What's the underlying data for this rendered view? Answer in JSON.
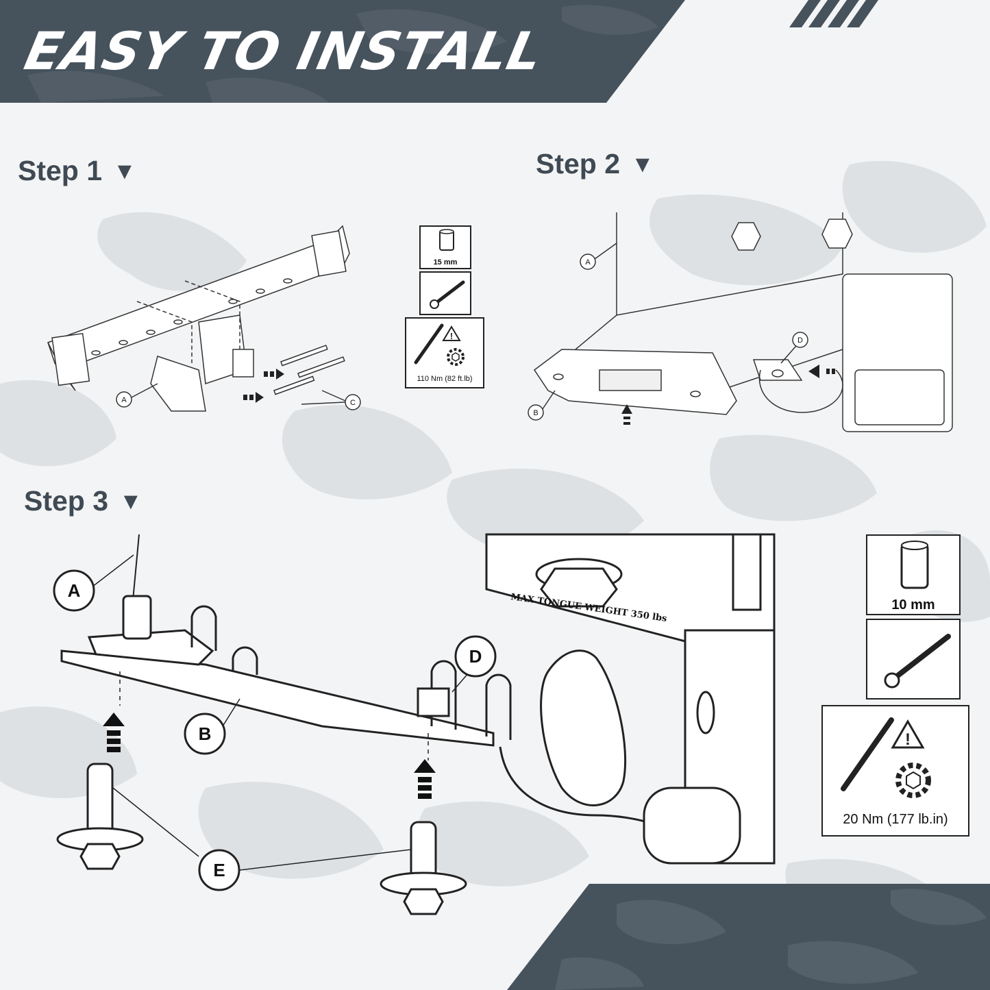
{
  "header": {
    "title": "EASY TO INSTALL"
  },
  "steps": [
    {
      "label": "Step 1",
      "marker": "▼"
    },
    {
      "label": "Step 2",
      "marker": "▼"
    },
    {
      "label": "Step 3",
      "marker": "▼"
    }
  ],
  "step1": {
    "callouts": [
      "A",
      "C"
    ],
    "tools": {
      "socket_size": "15 mm",
      "torque": "110 Nm (82 ft.lb)"
    }
  },
  "step2": {
    "callouts": [
      "A",
      "B",
      "D"
    ]
  },
  "step3": {
    "callouts": [
      "A",
      "B",
      "D",
      "E"
    ],
    "plate_text": "MAX TONGUE WEIGHT 350 lbs",
    "tools": {
      "socket_size": "10 mm",
      "torque": "20 Nm (177 lb.in)"
    }
  },
  "colors": {
    "band": "#46525c",
    "heading": "#3f4a54",
    "background": "#f3f4f5"
  }
}
